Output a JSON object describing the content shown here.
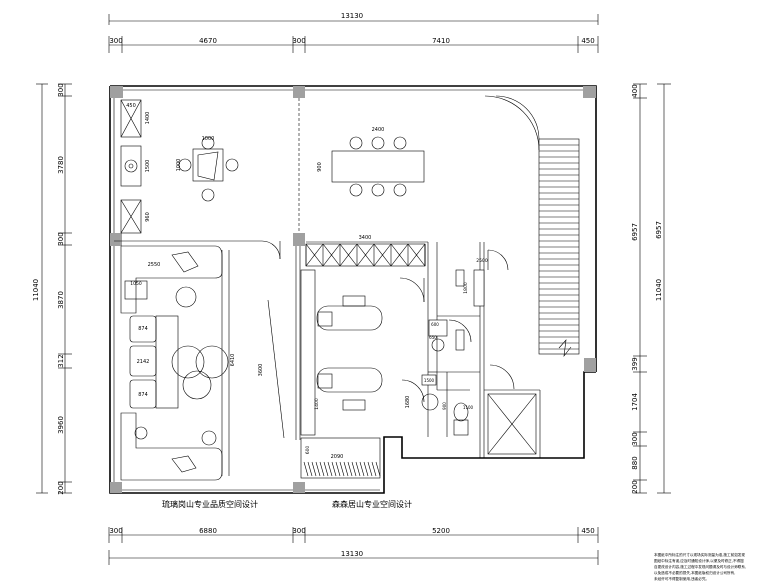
{
  "dimensions": {
    "top_total": "13130",
    "top_segments": [
      "300",
      "4670",
      "300",
      "7410",
      "450"
    ],
    "bottom_total": "13130",
    "bottom_segments": [
      "300",
      "6880",
      "300",
      "5200",
      "450"
    ],
    "left_total": "11040",
    "left_segments": [
      "300",
      "3780",
      "300",
      "3870",
      "312",
      "3960",
      "200"
    ],
    "right_total": "11040",
    "right_segments": [
      "400",
      "6957",
      "399",
      "1704",
      "300",
      "880",
      "200"
    ]
  },
  "rooms": {
    "upper_left": [
      "450",
      "1400",
      "1000",
      "1500",
      "1000",
      "960"
    ],
    "dining": [
      "2400",
      "900"
    ],
    "living_left": [
      "2550",
      "1050",
      "874",
      "2142",
      "874",
      "6410",
      "3600"
    ],
    "kitchen_top": "3400",
    "kitchen_right": [
      "1800",
      "2500",
      "1680",
      "1500",
      "900",
      "1100",
      "600",
      "650"
    ],
    "kitchen_bottom": [
      "600",
      "2090",
      "1400"
    ]
  },
  "captions": {
    "left": "琉璃岗山专业品质空间设计",
    "right": "森森居山专业空间设计"
  },
  "notes": [
    "本图纸中所标注的尺寸以现场实际测量为准,施工前如发现",
    "图纸中标注有误,应及时通知设计师,以便及时修正,不得擅",
    "自更改设计内容,施工过程中发现问题请及时与设计师联系,",
    "以免造成不必要的损失,本图纸版权归设计公司所有,",
    "未经许可不得复制使用,违者必究。"
  ]
}
